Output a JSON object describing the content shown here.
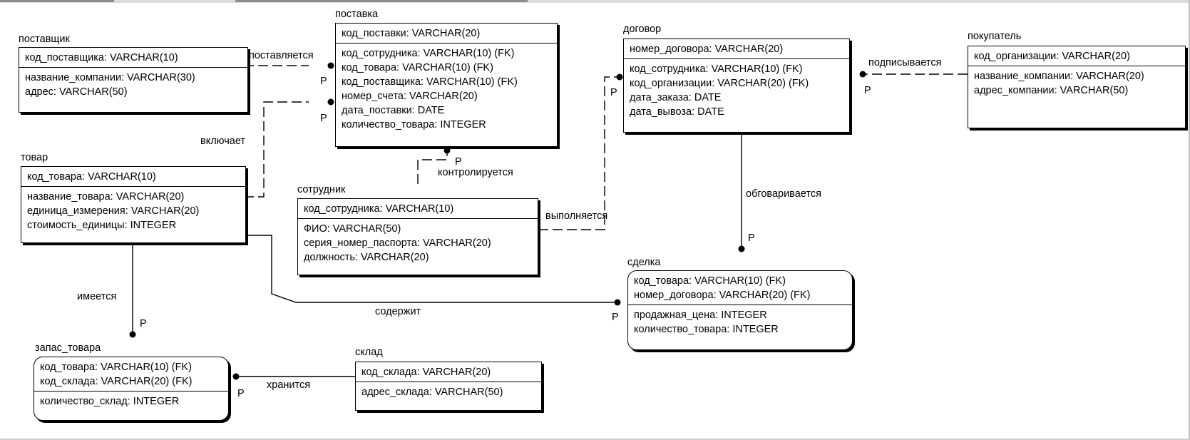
{
  "entities": {
    "postavshchik": {
      "name": "поставщик",
      "keys": [
        "код_поставщика: VARCHAR(10)"
      ],
      "attrs": [
        "название_компании: VARCHAR(30)",
        "адрес: VARCHAR(50)"
      ]
    },
    "postavka": {
      "name": "поставка",
      "keys": [
        "код_поставки: VARCHAR(20)"
      ],
      "attrs": [
        "код_сотрудника: VARCHAR(10) (FK)",
        "код_товара: VARCHAR(10) (FK)",
        "код_поставщика: VARCHAR(10) (FK)",
        "номер_счета: VARCHAR(20)",
        "дата_поставки: DATE",
        "количество_товара: INTEGER"
      ]
    },
    "dogovor": {
      "name": "договор",
      "keys": [
        "номер_договора: VARCHAR(20)"
      ],
      "attrs": [
        "код_сотрудника: VARCHAR(10) (FK)",
        "код_организации: VARCHAR(20) (FK)",
        "дата_заказа: DATE",
        "дата_вывоза: DATE"
      ]
    },
    "pokupatel": {
      "name": "покупатель",
      "keys": [
        "код_организации: VARCHAR(20)"
      ],
      "attrs": [
        "название_компании: VARCHAR(20)",
        "адрес_компании: VARCHAR(50)"
      ]
    },
    "tovar": {
      "name": "товар",
      "keys": [
        "код_товара: VARCHAR(10)"
      ],
      "attrs": [
        "название_товара: VARCHAR(20)",
        "единица_измерения: VARCHAR(20)",
        "стоимость_единицы: INTEGER"
      ]
    },
    "sotrudnik": {
      "name": "сотрудник",
      "keys": [
        "код_сотрудника: VARCHAR(10)"
      ],
      "attrs": [
        "ФИО: VARCHAR(50)",
        "серия_номер_паспорта: VARCHAR(20)",
        "должность: VARCHAR(20)"
      ]
    },
    "sdelka": {
      "name": "сделка",
      "keys": [
        "код_товара: VARCHAR(10) (FK)",
        "номер_договора: VARCHAR(20) (FK)"
      ],
      "attrs": [
        "продажная_цена: INTEGER",
        "количество_товара: INTEGER"
      ]
    },
    "zapas": {
      "name": "запас_товара",
      "keys": [
        "код_товара: VARCHAR(10) (FK)",
        "код_склада: VARCHAR(20) (FK)"
      ],
      "attrs": [
        "количество_склад: INTEGER"
      ]
    },
    "sklad": {
      "name": "склад",
      "keys": [
        "код_склада: VARCHAR(20)"
      ],
      "attrs": [
        "адрес_склада: VARCHAR(50)"
      ]
    }
  },
  "relationships": {
    "postavlyaetsya": "поставляется",
    "vklyuchaet": "включает",
    "kontroliruetsya": "контролируется",
    "vypolnyaetsya": "выполняется",
    "podpisyvaetsya": "подписывается",
    "obgovarivaetsya": "обговаривается",
    "imeetsya": "имеется",
    "soderzhit": "содержит",
    "khranitsya": "хранится"
  },
  "cardinality": "P",
  "colors": {
    "line": "#000000",
    "background": "#ffffff"
  }
}
